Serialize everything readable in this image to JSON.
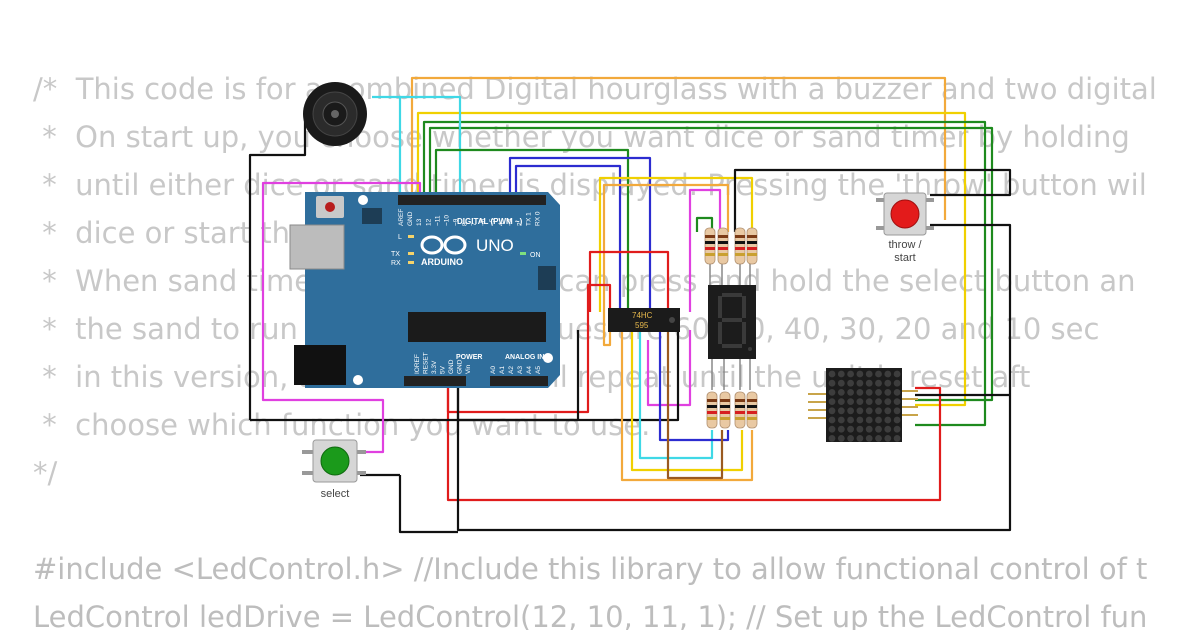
{
  "code": {
    "lines": [
      "/*  This code is for a combined Digital hourglass with a buzzer and two digital",
      " *  On start up, you choose whether you want dice or sand timer by holding",
      " *  until either dice or sand timer is displayed. Pressing the 'throw' button wil",
      " *  dice or start the",
      " *  When sand timer is running, you can press and hold the select button an",
      " *  the sand to run out. Available values are 60, 50, 40, 30, 20 and 10 sec",
      " *  in this version, the sand timer will repeat until the unit is reset aft",
      " *  choose which function you want to use.",
      "*/",
      "#include <LedControl.h> //Include this library to allow functional control of t",
      "LedControl ledDrive = LedControl(12, 10, 11, 1); // Set up the LedControl fun"
    ]
  },
  "arduino": {
    "model": "UNO",
    "brand": "ARDUINO",
    "digital_label": "DIGITAL (PWM ~)",
    "power_label": "POWER",
    "analog_label": "ANALOG IN",
    "on_label": "ON",
    "l_label": "L",
    "tx_label": "TX",
    "rx_label": "RX",
    "top_pins": [
      "AREF",
      "GND",
      "13",
      "12",
      "~11",
      "~10",
      "~9",
      "8",
      "7",
      "~6",
      "~5",
      "4",
      "~3",
      "2",
      "TX 1",
      "RX 0"
    ],
    "power_pins": [
      "IOREF",
      "RESET",
      "3.3V",
      "5V",
      "GND",
      "GND",
      "Vin"
    ],
    "analog_pins": [
      "A0",
      "A1",
      "A2",
      "A3",
      "A4",
      "A5"
    ]
  },
  "shift_register": {
    "label_line1": "74HC",
    "label_line2": "595"
  },
  "buttons": {
    "throw": {
      "label_line1": "throw /",
      "label_line2": "start",
      "color": "#e31b1b"
    },
    "select": {
      "label": "select",
      "color": "#1b9a1b"
    }
  },
  "colors": {
    "board": "#2f6e9c",
    "wire_orange": "#f2a93b",
    "wire_yellow": "#f0d000",
    "wire_green": "#1e8a1e",
    "wire_blue": "#2c2cd0",
    "wire_cyan": "#3fd8e6",
    "wire_red": "#e01c1c",
    "wire_magenta": "#e040e0",
    "wire_black": "#111111",
    "wire_brown": "#9a5a20"
  }
}
